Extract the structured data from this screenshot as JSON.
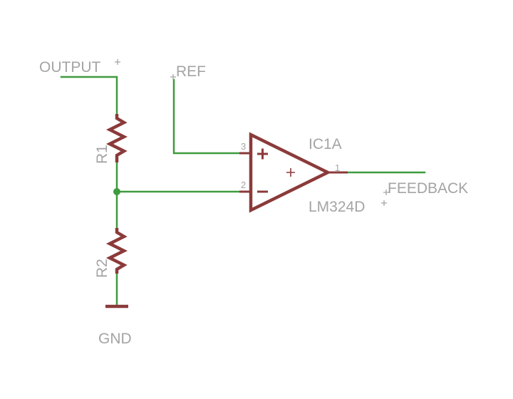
{
  "nets": {
    "output": "OUTPUT",
    "ref": "REF",
    "feedback": "FEEDBACK",
    "gnd": "GND"
  },
  "components": {
    "r1": {
      "name": "R1"
    },
    "r2": {
      "name": "R2"
    },
    "ic": {
      "name": "IC1A",
      "value": "LM324D"
    }
  },
  "pins": {
    "noninverting": "3",
    "inverting": "2",
    "output": "1"
  },
  "colors": {
    "wire": "#3f9b3f",
    "component": "#8b3a3a",
    "text": "#a4a4a4",
    "background": "#ffffff"
  }
}
